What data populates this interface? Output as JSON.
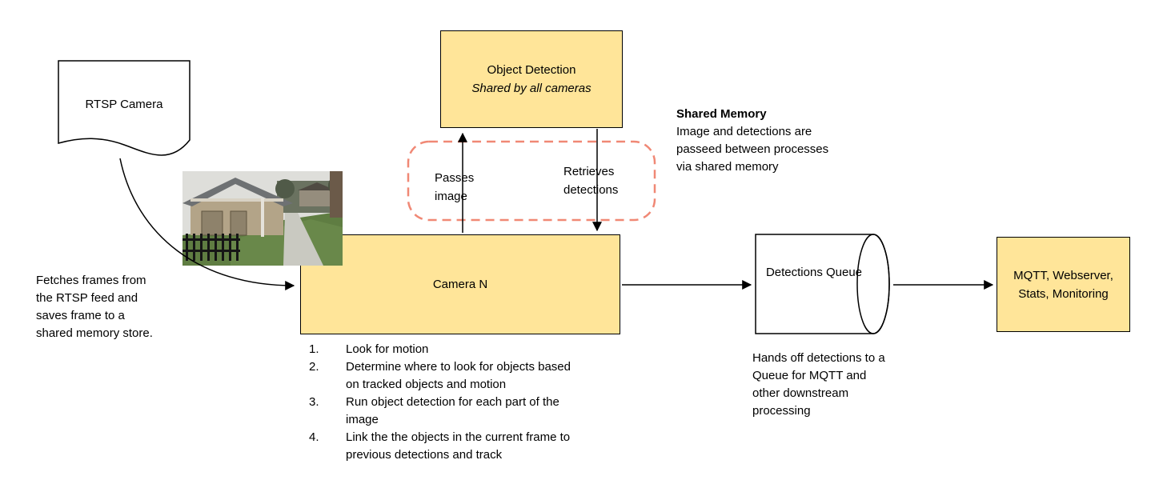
{
  "colors": {
    "node_fill": "#FFE599",
    "node_border": "#000000",
    "shared_memory_dash": "#F08875",
    "background": "#FFFFFF"
  },
  "nodes": {
    "rtsp_camera": {
      "label": "RTSP Camera"
    },
    "object_detection": {
      "title": "Object Detection",
      "subtitle": "Shared by all cameras"
    },
    "camera_n": {
      "label": "Camera N"
    },
    "detections_queue": {
      "label": "Detections Queue"
    },
    "outputs": {
      "label": "MQTT, Webserver, Stats, Monitoring"
    }
  },
  "edges": {
    "passes_image": "Passes image",
    "retrieves_detections": "Retrieves detections"
  },
  "notes": {
    "shared_memory_title": "Shared Memory",
    "shared_memory_body": "Image and detections are passeed between processes via shared memory",
    "fetch_frames": "Fetches frames from the RTSP feed and saves frame to a shared memory store.",
    "queue_handoff": "Hands off detections to a Queue for MQTT and other downstream processing",
    "camera_steps": [
      {
        "num": "1.",
        "text": "Look for motion"
      },
      {
        "num": "2.",
        "text": "Determine where to look for objects based on tracked objects and motion"
      },
      {
        "num": "3.",
        "text": "Run object detection for each part of the image"
      },
      {
        "num": "4.",
        "text": "Link the the objects in the current frame to previous detections and track"
      }
    ]
  },
  "photo": {
    "name": "camera-snapshot"
  }
}
